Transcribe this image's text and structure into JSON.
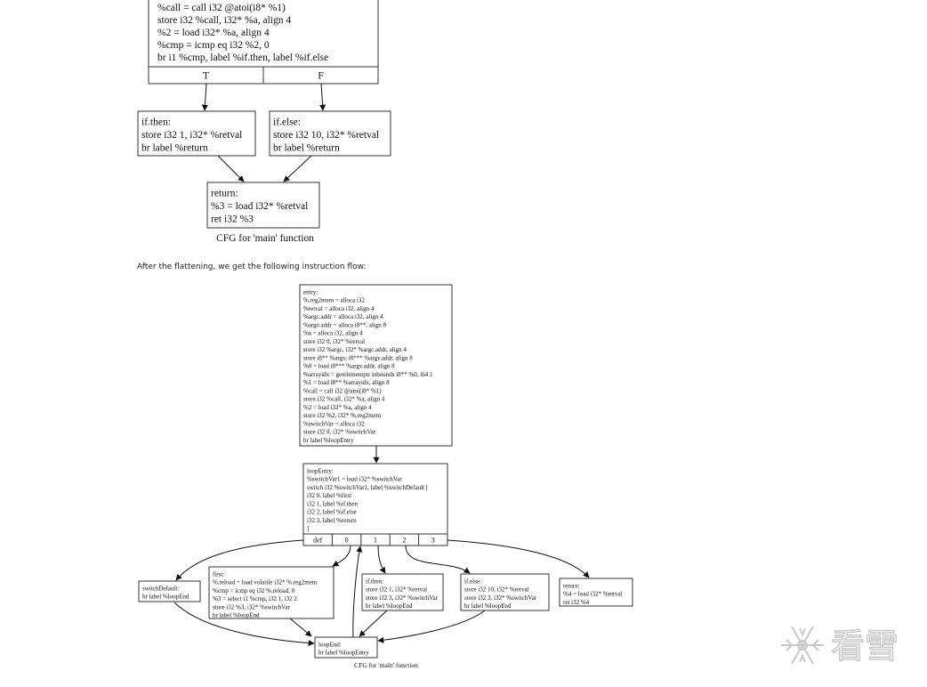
{
  "paragraph": "After the flattening, we get the following instruction flow:",
  "diagram1": {
    "caption": "CFG for 'main' function",
    "entry_lines": [
      "%call = call i32 @atoi(i8* %1)",
      "store i32 %call, i32* %a, align 4",
      "%2 = load i32* %a, align 4",
      "%cmp = icmp eq i32 %2, 0",
      "br i1 %cmp, label %if.then, label %if.else"
    ],
    "ports": [
      "T",
      "F"
    ],
    "if_then": [
      "if.then:",
      " store i32 1, i32* %retval",
      " br label %return"
    ],
    "if_else": [
      "if.else:",
      " store i32 10, i32* %retval",
      " br label %return"
    ],
    "return": [
      "return:",
      " %3 = load i32* %retval",
      " ret i32 %3"
    ]
  },
  "diagram2": {
    "caption": "CFG for 'main' function",
    "entry": [
      "entry:",
      " %.reg2mem = alloca i32",
      " %retval = alloca i32, align 4",
      " %argc.addr = alloca i32, align 4",
      " %argv.addr = alloca i8**, align 8",
      " %a = alloca i32, align 4",
      " store i32 0, i32* %retval",
      " store i32 %argc, i32* %argc.addr, align 4",
      " store i8** %argv, i8*** %argv.addr, align 8",
      " %0 = load i8*** %argv.addr, align 8",
      " %arrayidx = getelementptr inbounds i8** %0, i64 1",
      " %1 = load i8** %arrayidx, align 8",
      " %call = call i32 @atoi(i8* %1)",
      " store i32 %call, i32* %a, align 4",
      " %2 = load i32* %a, align 4",
      " store i32 %2, i32* %.reg2mem",
      " %switchVar = alloca i32",
      " store i32 0, i32* %switchVar",
      " br label %loopEntry"
    ],
    "loopEntry": [
      "loopEntry:",
      " %switchVar1 = load i32* %switchVar",
      " switch i32 %switchVar1, label %switchDefault [",
      " i32 0, label %first",
      " i32 1, label %if.then",
      " i32 2, label %if.else",
      " i32 3, label %return",
      " ]"
    ],
    "ports": [
      "def",
      "0",
      "1",
      "2",
      "3"
    ],
    "switchDefault": [
      "switchDefault:",
      " br label %loopEnd"
    ],
    "first": [
      "first:",
      " %.reload = load volatile i32* %.reg2mem",
      " %cmp = icmp eq i32 %.reload, 0",
      " %3 = select i1 %cmp, i32 1, i32 2",
      " store i32 %3, i32* %switchVar",
      " br label %loopEnd"
    ],
    "if_then": [
      "if.then:",
      " store i32 1, i32* %retval",
      " store i32 3, i32* %switchVar",
      " br label %loopEnd"
    ],
    "if_else": [
      "if.else:",
      " store i32 10, i32* %retval",
      " store i32 3, i32* %switchVar",
      " br label %loopEnd"
    ],
    "return": [
      "return:",
      " %4 = load i32* %retval",
      " ret i32 %4"
    ],
    "loopEnd": [
      "loopEnd:",
      " br label %loopEntry"
    ]
  },
  "watermark": {
    "icon": "snowflake-icon",
    "text": "看雪"
  }
}
